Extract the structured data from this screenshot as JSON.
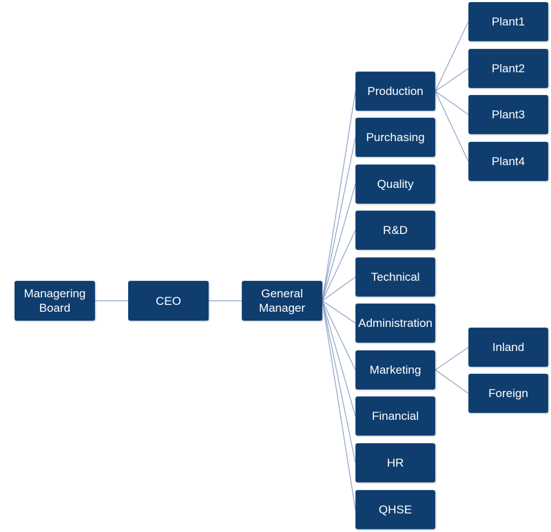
{
  "org_chart": {
    "colors": {
      "node_fill": "#0f3d6e",
      "node_text": "#ffffff",
      "connector": "#8ea4c8"
    },
    "nodes": {
      "managering_board": "Managering\nBoard",
      "ceo": "CEO",
      "general_manager": "General\nManager",
      "production": "Production",
      "purchasing": "Purchasing",
      "quality": "Quality",
      "rd": "R&D",
      "technical": "Technical",
      "administration": "Administration",
      "marketing": "Marketing",
      "financial": "Financial",
      "hr": "HR",
      "qhse": "QHSE",
      "plant1": "Plant1",
      "plant2": "Plant2",
      "plant3": "Plant3",
      "plant4": "Plant4",
      "inland": "Inland",
      "foreign": "Foreign"
    },
    "edges": [
      [
        "managering_board",
        "ceo"
      ],
      [
        "ceo",
        "general_manager"
      ],
      [
        "general_manager",
        "production"
      ],
      [
        "general_manager",
        "purchasing"
      ],
      [
        "general_manager",
        "quality"
      ],
      [
        "general_manager",
        "rd"
      ],
      [
        "general_manager",
        "technical"
      ],
      [
        "general_manager",
        "administration"
      ],
      [
        "general_manager",
        "marketing"
      ],
      [
        "general_manager",
        "financial"
      ],
      [
        "general_manager",
        "hr"
      ],
      [
        "general_manager",
        "qhse"
      ],
      [
        "production",
        "plant1"
      ],
      [
        "production",
        "plant2"
      ],
      [
        "production",
        "plant3"
      ],
      [
        "production",
        "plant4"
      ],
      [
        "marketing",
        "inland"
      ],
      [
        "marketing",
        "foreign"
      ]
    ]
  }
}
